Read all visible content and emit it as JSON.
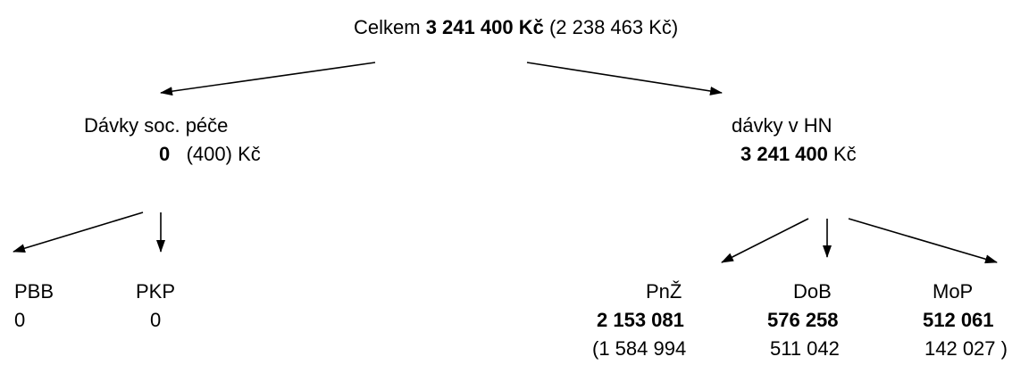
{
  "root": {
    "label": "Celkem",
    "amount": "3 241 400 Kč",
    "previous": "(2 238 463 Kč)"
  },
  "left": {
    "title": "Dávky soc. péče",
    "amount": "0",
    "previous": "(400) Kč",
    "children": [
      {
        "name": "PBB",
        "value": "0"
      },
      {
        "name": "PKP",
        "value": "0"
      }
    ]
  },
  "right": {
    "title": "dávky v HN",
    "amount": "3 241 400",
    "unit": "Kč",
    "children": [
      {
        "name": "PnŽ",
        "amount": "2 153 081",
        "previous": "(1 584 994"
      },
      {
        "name": "DoB",
        "amount": "576 258",
        "previous": "511 042"
      },
      {
        "name": "MoP",
        "amount": "512 061",
        "previous": "142 027 )"
      }
    ]
  }
}
